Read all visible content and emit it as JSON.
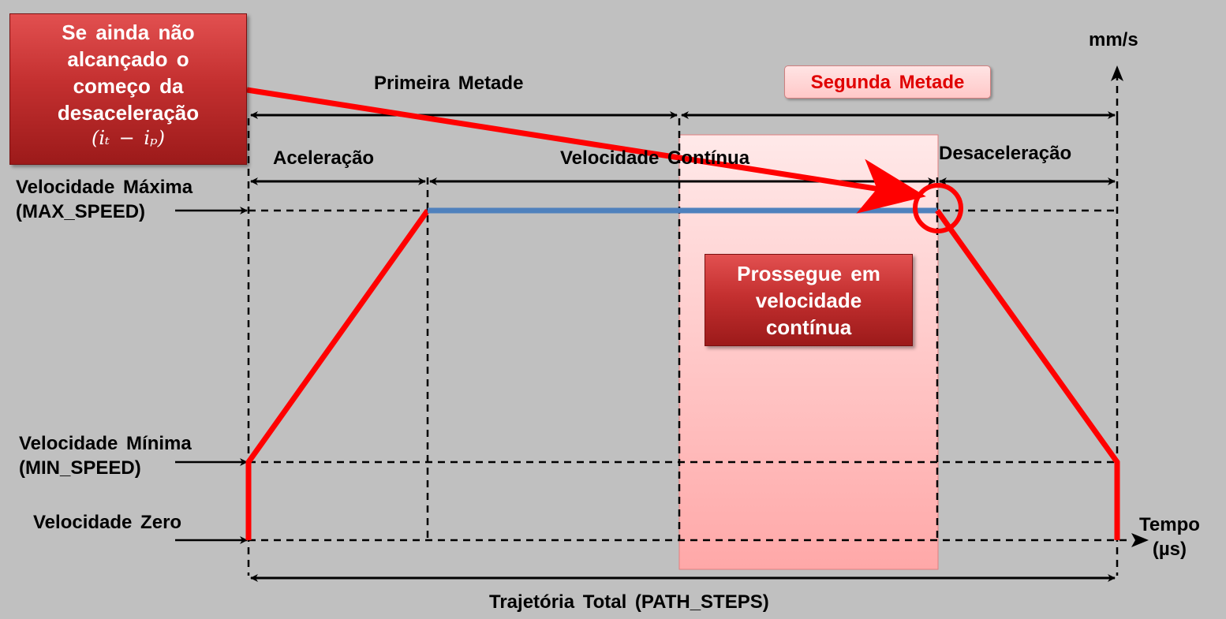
{
  "callout": {
    "lines": [
      "Se ainda não",
      "alcançado o",
      "começo da",
      "desaceleração"
    ],
    "formula": "(iₜ − iₚ)"
  },
  "labels": {
    "first_half": "Primeira Metade",
    "second_half": "Segunda Metade",
    "acceleration": "Aceleração",
    "continuous_speed": "Velocidade Contínua",
    "deceleration": "Desaceleração",
    "max_speed_line1": "Velocidade Máxima",
    "max_speed_line2": "(MAX_SPEED)",
    "min_speed_line1": "Velocidade Mínima",
    "min_speed_line2": "(MIN_SPEED)",
    "zero_speed": "Velocidade Zero",
    "y_unit": "mm/s",
    "x_axis_line1": "Tempo",
    "x_axis_line2": "(µs)",
    "total_path": "Trajetória Total (PATH_STEPS)"
  },
  "continuous_box": {
    "lines": [
      "Prossegue em",
      "velocidade",
      "contínua"
    ]
  },
  "colors": {
    "background": "#c0c0c0",
    "profile_red": "#ff0000",
    "constant_blue": "#4f81bd",
    "highlight_pink": "#ffc8c8"
  }
}
